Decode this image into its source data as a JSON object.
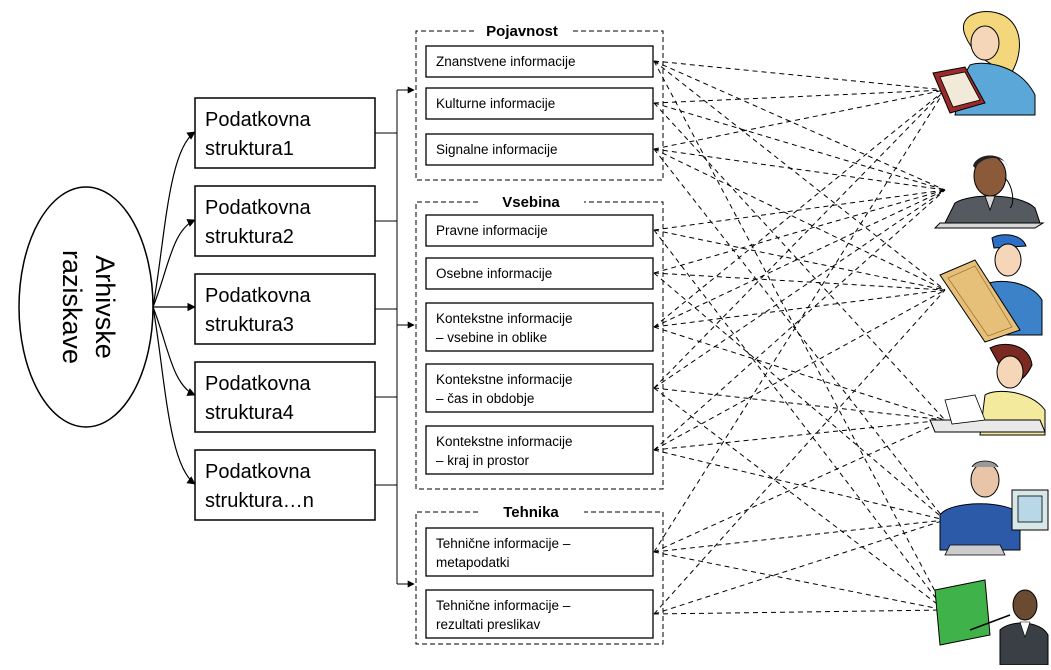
{
  "root": {
    "line1": "Arhivske",
    "line2": "raziskave"
  },
  "structures": [
    {
      "line1": "Podatkovna",
      "line2": "struktura1"
    },
    {
      "line1": "Podatkovna",
      "line2": "struktura2"
    },
    {
      "line1": "Podatkovna",
      "line2": "struktura3"
    },
    {
      "line1": "Podatkovna",
      "line2": "struktura4"
    },
    {
      "line1": "Podatkovna",
      "line2": "struktura…n"
    }
  ],
  "groups": [
    {
      "title": "Pojavnost",
      "items": [
        {
          "line1": "Znanstvene informacije",
          "line2": ""
        },
        {
          "line1": "Kulturne informacije",
          "line2": ""
        },
        {
          "line1": "Signalne informacije",
          "line2": ""
        }
      ]
    },
    {
      "title": "Vsebina",
      "items": [
        {
          "line1": "Pravne informacije",
          "line2": ""
        },
        {
          "line1": "Osebne informacije",
          "line2": ""
        },
        {
          "line1": "Kontekstne informacije",
          "line2": "– vsebine in oblike"
        },
        {
          "line1": "Kontekstne informacije",
          "line2": "– čas in obdobje"
        },
        {
          "line1": "Kontekstne informacije",
          "line2": "– kraj in prostor"
        }
      ]
    },
    {
      "title": "Tehnika",
      "items": [
        {
          "line1": "Tehnične informacije –",
          "line2": "metapodatki"
        },
        {
          "line1": "Tehnične informacije –",
          "line2": "rezultati preslikav"
        }
      ]
    }
  ],
  "users": [
    {
      "icon": "reading-woman-icon"
    },
    {
      "icon": "thinking-businessman-icon"
    },
    {
      "icon": "worker-with-plan-icon"
    },
    {
      "icon": "writing-woman-icon"
    },
    {
      "icon": "computer-user-icon"
    },
    {
      "icon": "presenter-icon"
    }
  ]
}
